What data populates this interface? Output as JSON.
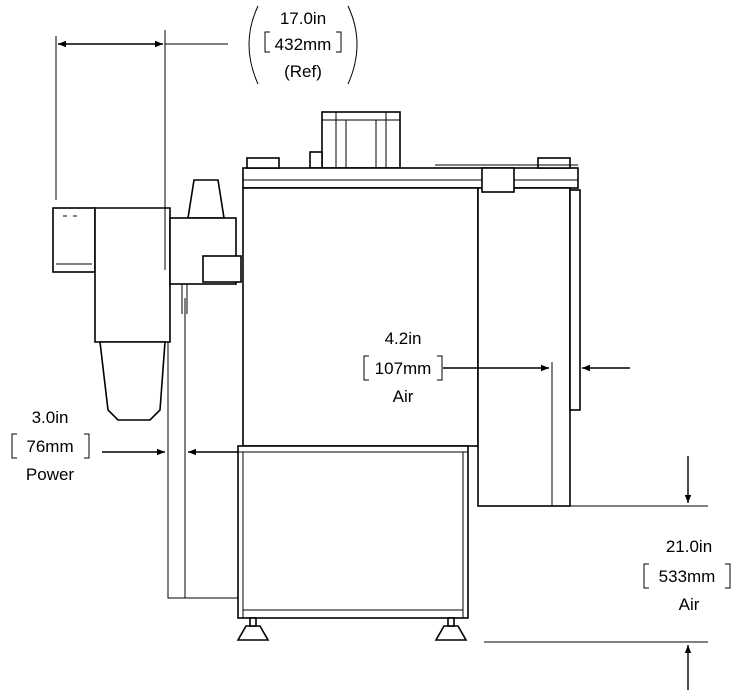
{
  "dimensions": {
    "width": {
      "line1": "17.0in",
      "line2": "432mm",
      "line3": "(Ref)"
    },
    "power": {
      "line1": "3.0in",
      "line2": "76mm",
      "line3": "Power"
    },
    "side_air": {
      "line1": "4.2in",
      "line2": "107mm",
      "line3": "Air"
    },
    "bottom_air": {
      "line1": "21.0in",
      "line2": "533mm",
      "line3": "Air"
    }
  }
}
